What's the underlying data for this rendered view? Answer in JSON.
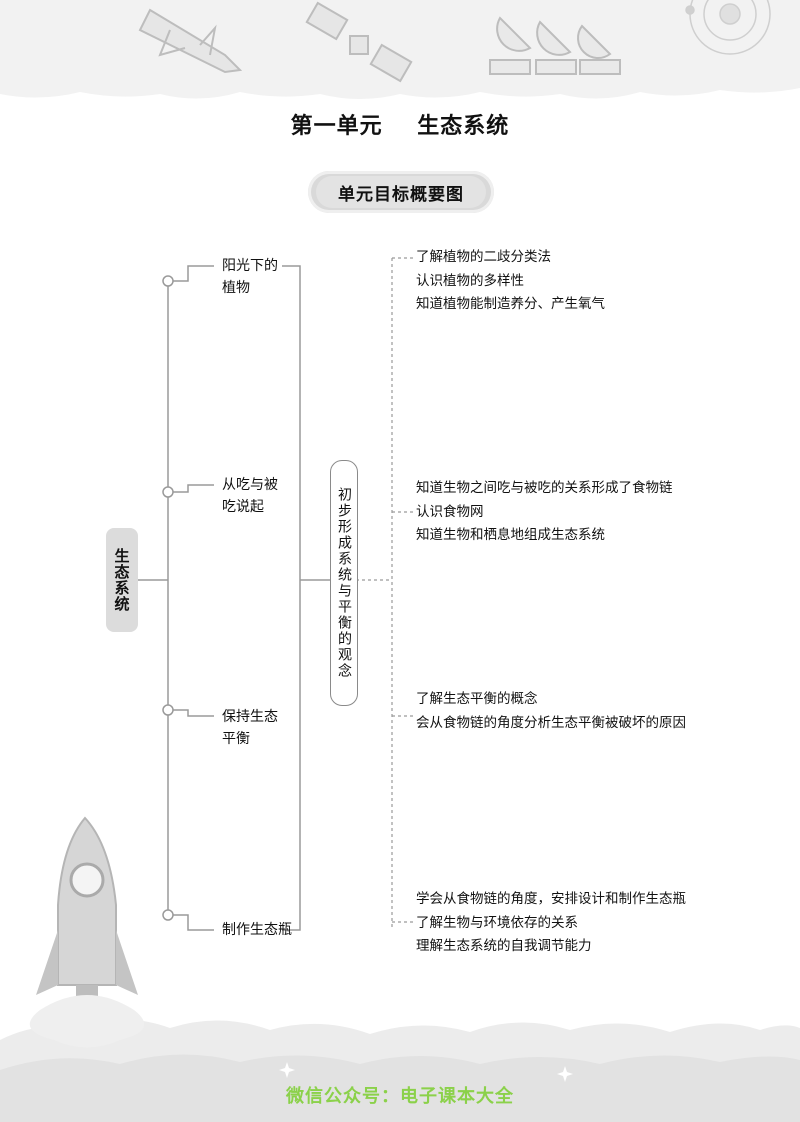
{
  "header": {
    "unit_title": "第一单元    生态系统",
    "section_badge": "单元目标概要图"
  },
  "mindmap": {
    "root": "生态系统",
    "topics": [
      {
        "lines": [
          "阳光下的",
          "植物"
        ]
      },
      {
        "lines": [
          "从吃与被",
          "吃说起"
        ]
      },
      {
        "lines": [
          "保持生态",
          "平衡"
        ]
      },
      {
        "lines": [
          "制作生态瓶"
        ]
      }
    ],
    "concept": "初步形成系统与平衡的观念",
    "goal_groups": [
      {
        "items": [
          "了解植物的二歧分类法",
          "认识植物的多样性",
          "知道植物能制造养分、产生氧气"
        ]
      },
      {
        "items": [
          "知道生物之间吃与被吃的关系形成了食物链",
          "认识食物网",
          "知道生物和栖息地组成生态系统"
        ]
      },
      {
        "items": [
          "了解生态平衡的概念",
          "会从食物链的角度分析生态平衡被破坏的原因"
        ]
      },
      {
        "items": [
          "学会从食物链的角度，安排设计和制作生态瓶",
          "了解生物与环境依存的关系",
          "理解生态系统的自我调节能力"
        ]
      }
    ]
  },
  "footer": {
    "watermark": "微信公众号：电子课本大全"
  },
  "colors": {
    "line": "#9a9a9a",
    "badge_bg": "#d9d9d9",
    "footer_text": "#8bd14a"
  },
  "icons": [
    "space-shuttle-icon",
    "satellite-icon",
    "radio-telescope-icon",
    "solar-system-icon",
    "rocket-icon"
  ]
}
